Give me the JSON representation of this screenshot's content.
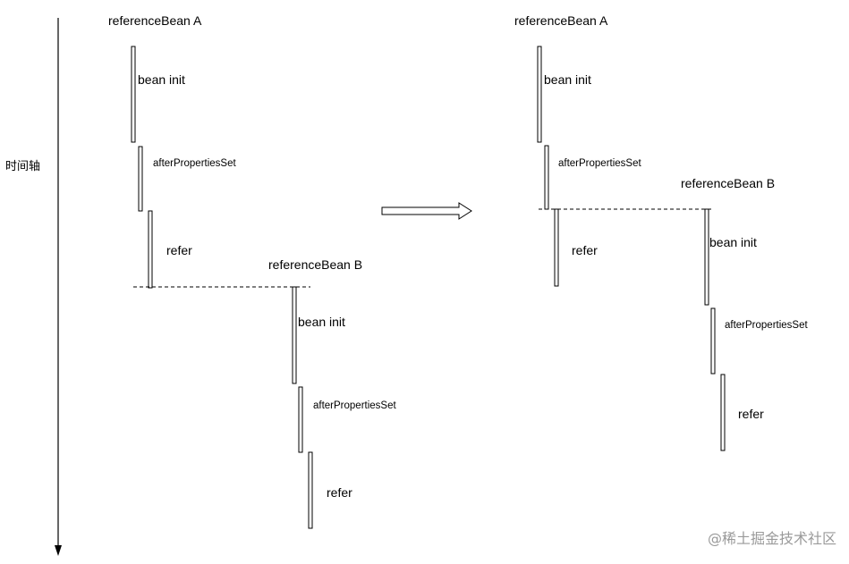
{
  "axis": {
    "label": "时间轴"
  },
  "left": {
    "bean_a": {
      "title": "referenceBean A",
      "bean_init": "bean init",
      "after_properties_set": "afterPropertiesSet",
      "refer": "refer"
    },
    "bean_b": {
      "title": "referenceBean B",
      "bean_init": "bean init",
      "after_properties_set": "afterPropertiesSet",
      "refer": "refer"
    }
  },
  "right": {
    "bean_a": {
      "title": "referenceBean A",
      "bean_init": "bean init",
      "after_properties_set": "afterPropertiesSet",
      "refer": "refer"
    },
    "bean_b": {
      "title": "referenceBean B",
      "bean_init": "bean init",
      "after_properties_set": "afterPropertiesSet",
      "refer": "refer"
    }
  },
  "watermark": "@稀土掘金技术社区",
  "colors": {
    "line": "#000000",
    "bar_fill": "#ffffff",
    "watermark": "#9a9a9a"
  }
}
